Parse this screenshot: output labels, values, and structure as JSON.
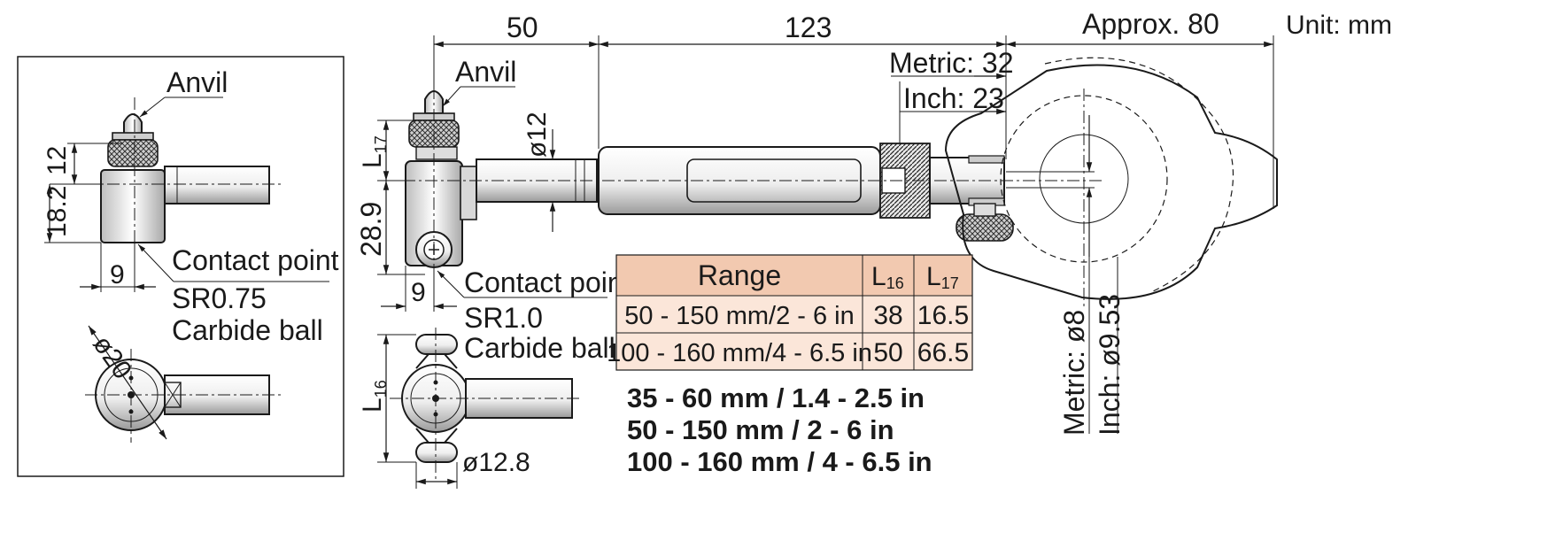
{
  "unit_label": "Unit: mm",
  "top_dims": {
    "d50": "50",
    "d123": "123",
    "approx80": "Approx. 80",
    "metric32": "Metric: 32",
    "inch23": "Inch: 23"
  },
  "left_panel": {
    "anvil": "Anvil",
    "dim12": "12",
    "dim18_2": "18.2",
    "dim9": "9",
    "contact_point": "Contact point",
    "ball_size": "SR0.75",
    "ball_material": "Carbide ball",
    "dia20": "ø20"
  },
  "center_view": {
    "anvil": "Anvil",
    "l17": "L",
    "l17_sub": "17",
    "dia12": "ø12",
    "dim28_9": "28.9",
    "dim9": "9",
    "contact_point": "Contact point",
    "ball_size": "SR1.0",
    "ball_material": "Carbide ball",
    "l16": "L",
    "l16_sub": "16",
    "dia12_8": "ø12.8"
  },
  "right_view": {
    "metric8": "Metric: ø8",
    "inch953": "Inch: ø9.53"
  },
  "table": {
    "headers": {
      "range": "Range",
      "l16": "L",
      "l16_sub": "16",
      "l17": "L",
      "l17_sub": "17"
    },
    "rows": [
      {
        "range": "50 - 150 mm/2 - 6 in",
        "l16": "38",
        "l17": "16.5"
      },
      {
        "range": "100 - 160 mm/4 - 6.5 in",
        "l16": "50",
        "l17": "66.5"
      }
    ]
  },
  "model_ranges": [
    "35 - 60 mm / 1.4 - 2.5 in",
    "50 - 150 mm / 2 - 6 in",
    "100 - 160 mm / 4 - 6.5 in"
  ],
  "colors": {
    "table_header": "#f2c9b0",
    "table_row": "#fbe6d9",
    "line": "#1a1a1a"
  }
}
